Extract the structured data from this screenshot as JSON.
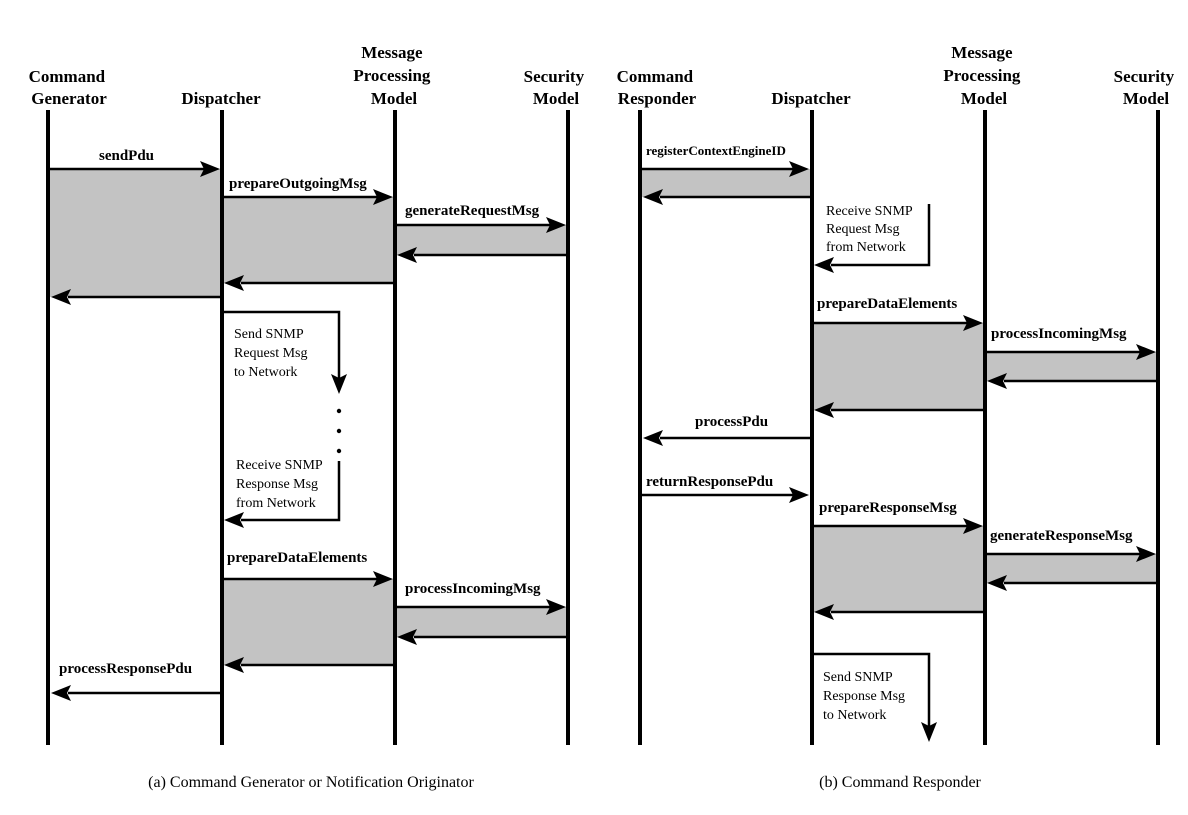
{
  "panels": [
    {
      "caption": "(a) Command Generator or Notification Originator",
      "headers": [
        {
          "lines": [
            "Command",
            "Generator"
          ]
        },
        {
          "lines": [
            "Dispatcher"
          ]
        },
        {
          "lines": [
            "Message",
            "Processing",
            "Model"
          ]
        },
        {
          "lines": [
            "Security",
            "Model"
          ]
        }
      ],
      "messages": [
        {
          "label": "sendPdu"
        },
        {
          "label": "prepareOutgoingMsg"
        },
        {
          "label": "generateRequestMsg"
        },
        {
          "label": "prepareDataElements"
        },
        {
          "label": "processIncomingMsg"
        },
        {
          "label": "processResponsePdu"
        }
      ],
      "notes": [
        {
          "lines": [
            "Send SNMP",
            "Request Msg",
            "to Network"
          ]
        },
        {
          "lines": [
            "Receive SNMP",
            "Response Msg",
            "from Network"
          ]
        }
      ]
    },
    {
      "caption": "(b) Command Responder",
      "headers": [
        {
          "lines": [
            "Command",
            "Responder"
          ]
        },
        {
          "lines": [
            "Dispatcher"
          ]
        },
        {
          "lines": [
            "Message",
            "Processing",
            "Model"
          ]
        },
        {
          "lines": [
            "Security",
            "Model"
          ]
        }
      ],
      "messages": [
        {
          "label": "registerContextEngineID"
        },
        {
          "label": "prepareDataElements"
        },
        {
          "label": "processIncomingMsg"
        },
        {
          "label": "processPdu"
        },
        {
          "label": "returnResponsePdu"
        },
        {
          "label": "prepareResponseMsg"
        },
        {
          "label": "generateResponseMsg"
        }
      ],
      "notes": [
        {
          "lines": [
            "Receive SNMP",
            "Request Msg",
            "from Network"
          ]
        },
        {
          "lines": [
            "Send SNMP",
            "Response Msg",
            "to Network"
          ]
        }
      ]
    }
  ]
}
